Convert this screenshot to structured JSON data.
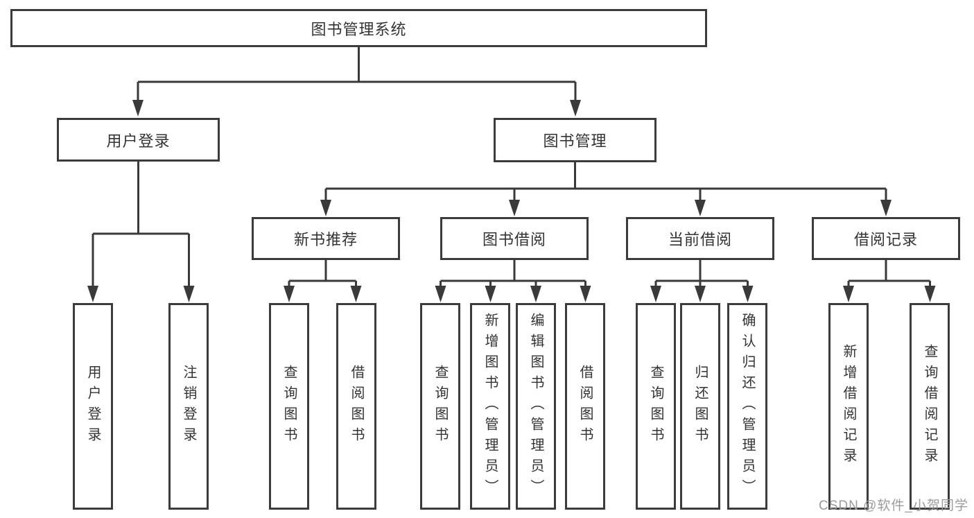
{
  "diagram": {
    "title": "图书管理系统",
    "nodes": {
      "root": "图书管理系统",
      "user_login": "用户登录",
      "book_mgmt": "图书管理",
      "new_book_rec": "新书推荐",
      "book_borrow": "图书借阅",
      "current_borrow": "当前借阅",
      "borrow_record": "借阅记录",
      "leaves": {
        "user_login": [
          "用户登录",
          "注销登录"
        ],
        "new_book_rec": [
          "查询图书",
          "借阅图书"
        ],
        "book_borrow": [
          "查询图书",
          "新增图书（管理员）",
          "编辑图书（管理员）",
          "借阅图书"
        ],
        "current_borrow": [
          "查询图书",
          "归还图书",
          "确认归还（管理员）"
        ],
        "borrow_record": [
          "新增借阅记录",
          "查询借阅记录"
        ]
      }
    },
    "watermark": "CSDN @软件_小贺同学",
    "colors": {
      "line": "#3a3a3a",
      "border": "#3b3b3b",
      "text": "#333333",
      "watermark": "#9b9b9b",
      "background": "#ffffff"
    }
  }
}
